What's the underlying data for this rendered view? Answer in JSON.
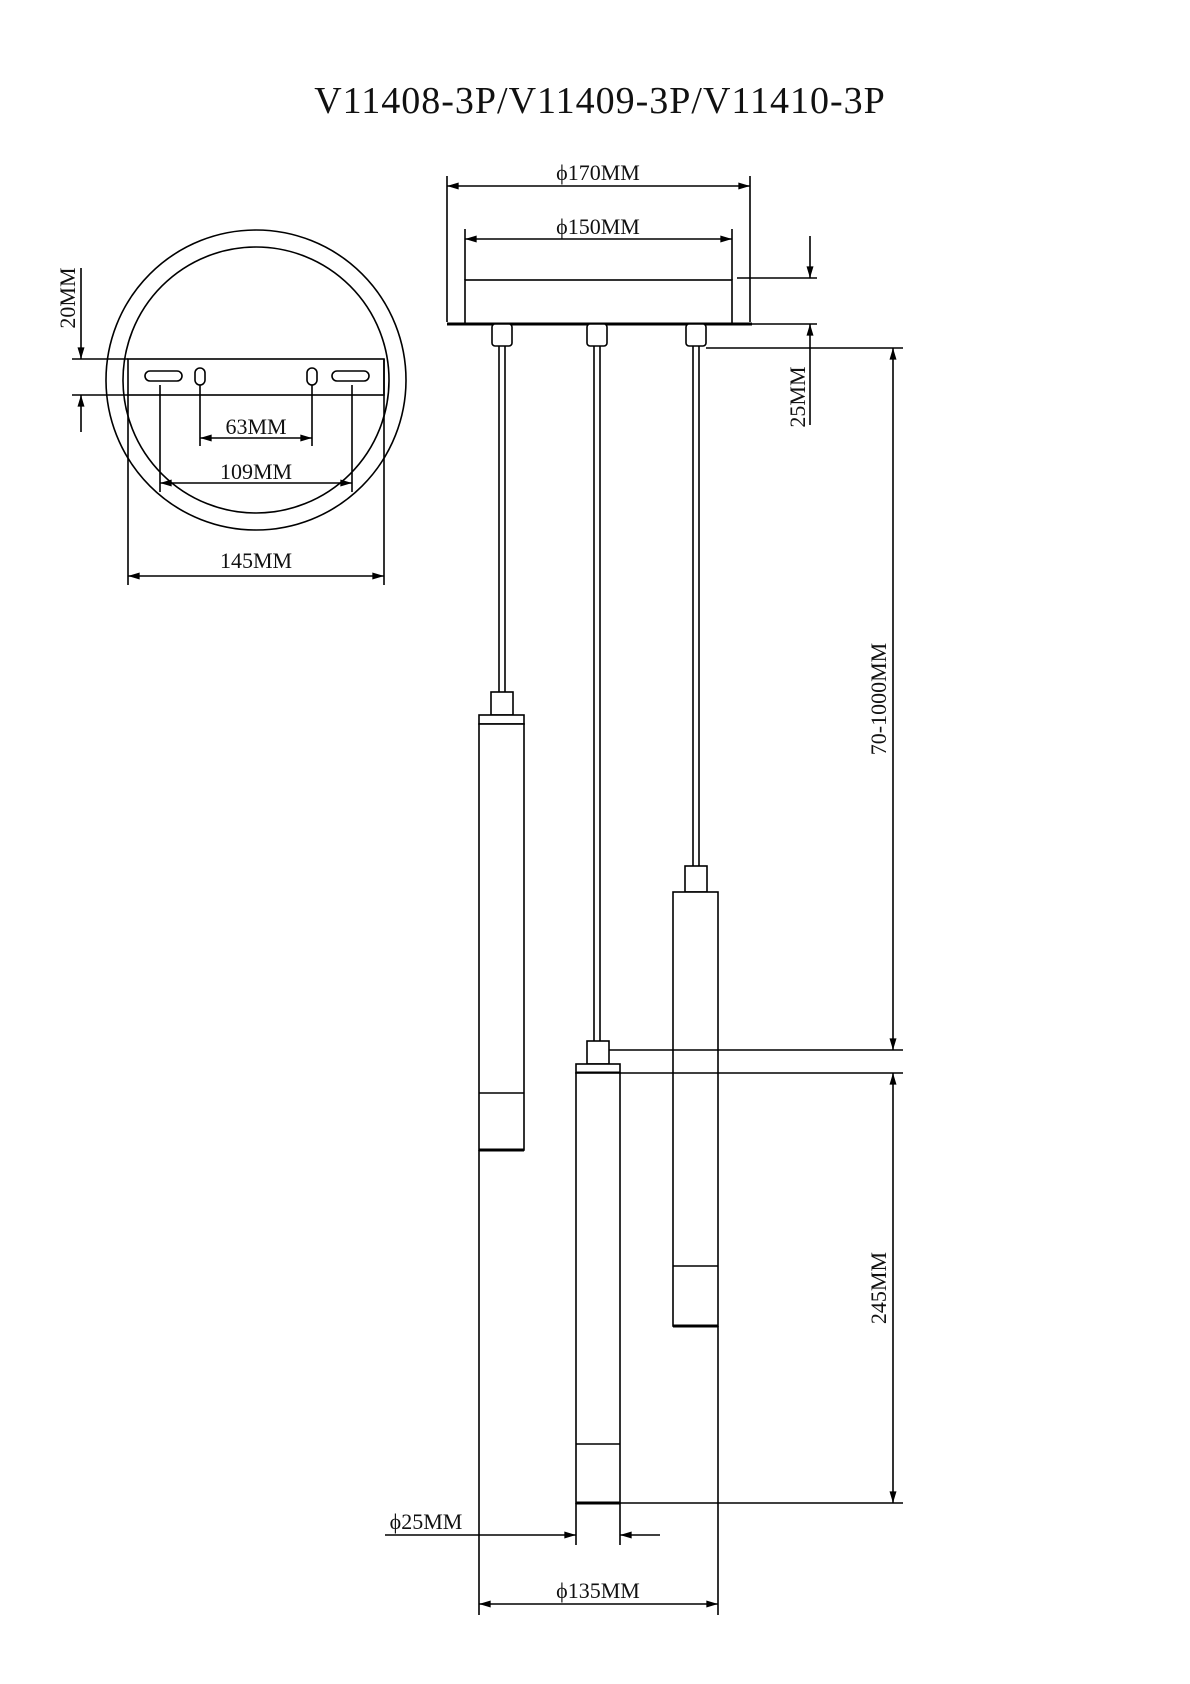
{
  "title": "V11408-3P/V11409-3P/V11410-3P",
  "top_view": {
    "bracket_height": "20MM",
    "inner_holes_spacing": "63MM",
    "outer_slots_spacing": "109MM",
    "bracket_width": "145MM"
  },
  "side_view": {
    "canopy_outer_diameter": "ϕ170MM",
    "canopy_inner_diameter": "ϕ150MM",
    "canopy_height": "25MM",
    "cable_length": "70-1000MM",
    "tube_length": "245MM",
    "tube_diameter": "ϕ25MM",
    "spread_diameter": "ϕ135MM"
  },
  "colors": {
    "line": "#000000",
    "background": "#ffffff"
  }
}
